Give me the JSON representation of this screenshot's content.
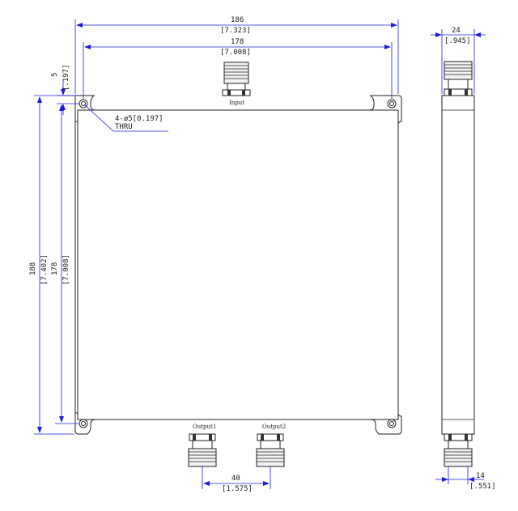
{
  "drawing": {
    "dims": {
      "overall_width": {
        "mm": "186",
        "inch": "[7.323]"
      },
      "hole_spacing_x": {
        "mm": "178",
        "inch": "[7.008]"
      },
      "hole_offset": {
        "mm": "5",
        "inch": "[.197]"
      },
      "overall_height": {
        "mm": "188",
        "inch": "[7.402]"
      },
      "hole_spacing_y": {
        "mm": "178",
        "inch": "[7.008]"
      },
      "output_spacing": {
        "mm": "40",
        "inch": "[1.575]"
      },
      "side_thickness": {
        "mm": "24",
        "inch": "[.945]"
      },
      "side_connector": {
        "mm": "14",
        "inch": "[.551]"
      }
    },
    "hole_note": {
      "line1": "4-ø5[0.197]",
      "line2": "THRU"
    },
    "ports": {
      "input": "Input",
      "output1": "Output1",
      "output2": "Output2"
    }
  }
}
